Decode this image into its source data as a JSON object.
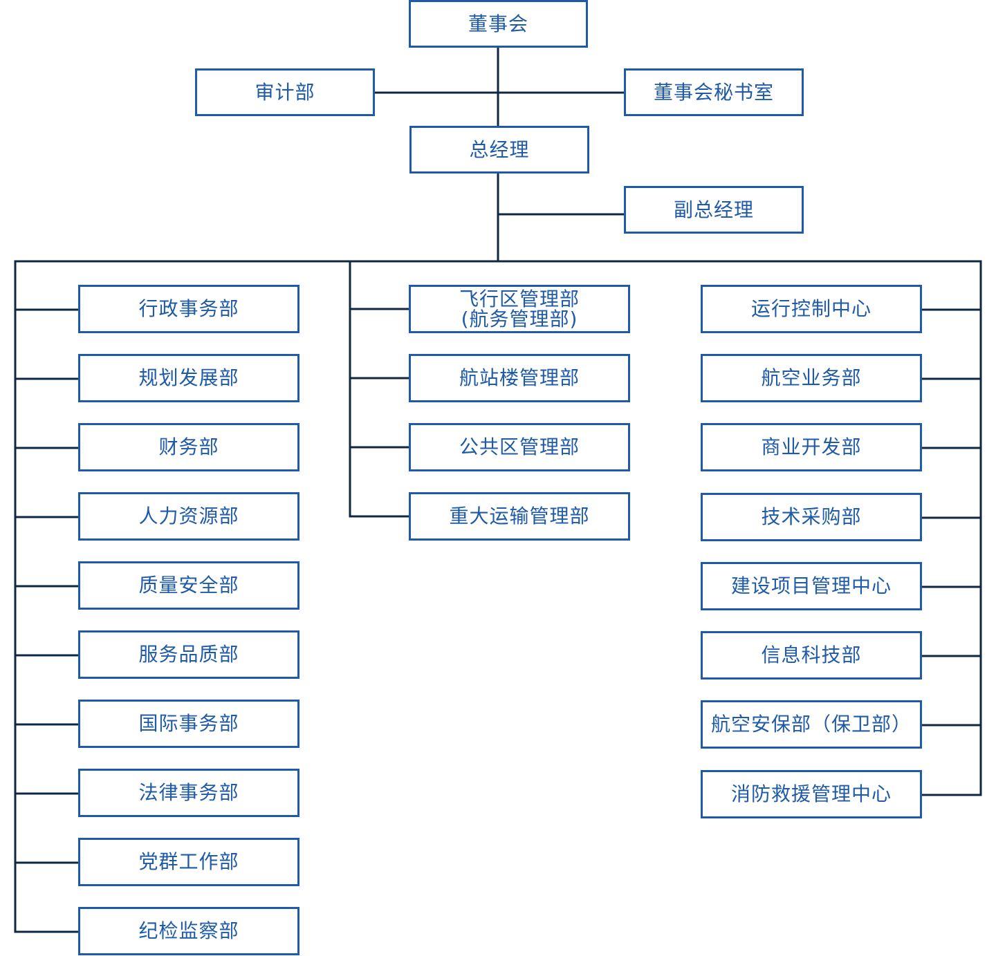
{
  "colors": {
    "box_border": "#1e5aa8",
    "box_text": "#1e5aa8",
    "connector": "#0f2743",
    "background": "#ffffff"
  },
  "top": {
    "board": "董事会",
    "audit": "审计部",
    "board_secretary": "董事会秘书室",
    "general_manager": "总经理",
    "deputy_general_manager": "副总经理"
  },
  "left_column": [
    "行政事务部",
    "规划发展部",
    "财务部",
    "人力资源部",
    "质量安全部",
    "服务品质部",
    "国际事务部",
    "法律事务部",
    "党群工作部",
    "纪检监察部"
  ],
  "middle_column": {
    "airfield_line1": "飞行区管理部",
    "airfield_line2": "(航务管理部)",
    "items": [
      "航站楼管理部",
      "公共区管理部",
      "重大运输管理部"
    ]
  },
  "right_column": [
    "运行控制中心",
    "航空业务部",
    "商业开发部",
    "技术采购部",
    "建设项目管理中心",
    "信息科技部",
    "航空安保部（保卫部）",
    "消防救援管理中心"
  ]
}
